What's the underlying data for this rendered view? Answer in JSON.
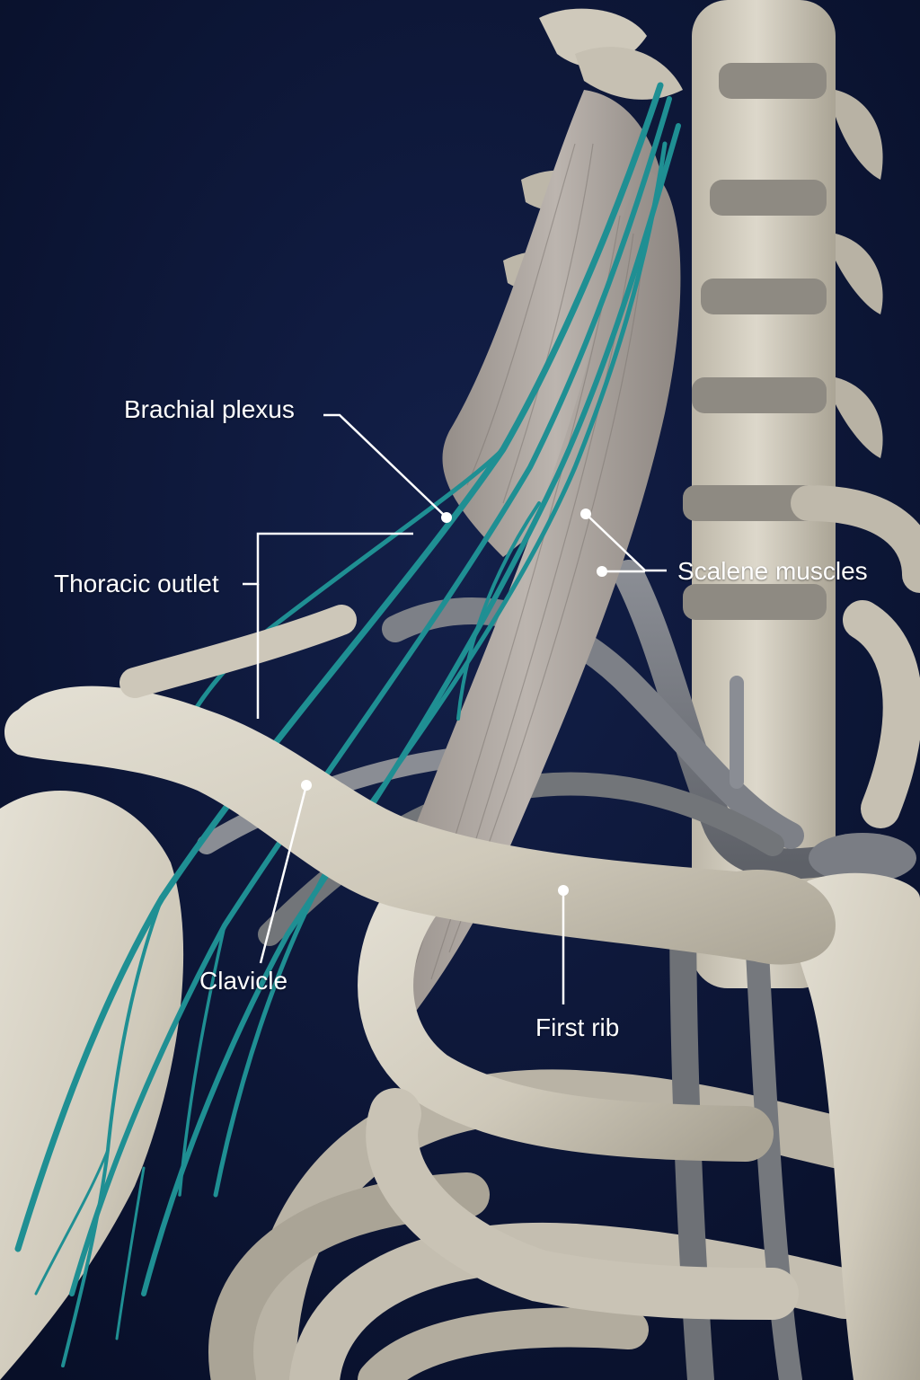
{
  "labels": {
    "brachial_plexus": "Brachial plexus",
    "thoracic_outlet": "Thoracic outlet",
    "scalene_muscles": "Scalene muscles",
    "clavicle": "Clavicle",
    "first_rib": "First rib"
  },
  "colors": {
    "background": "#0b1433",
    "bone": "#d6d1c4",
    "muscle": "#b3aca6",
    "nerve": "#1f8f93",
    "vessel": "#7c7f86",
    "cartilage": "#8d8f94",
    "leader_line": "#ffffff"
  }
}
